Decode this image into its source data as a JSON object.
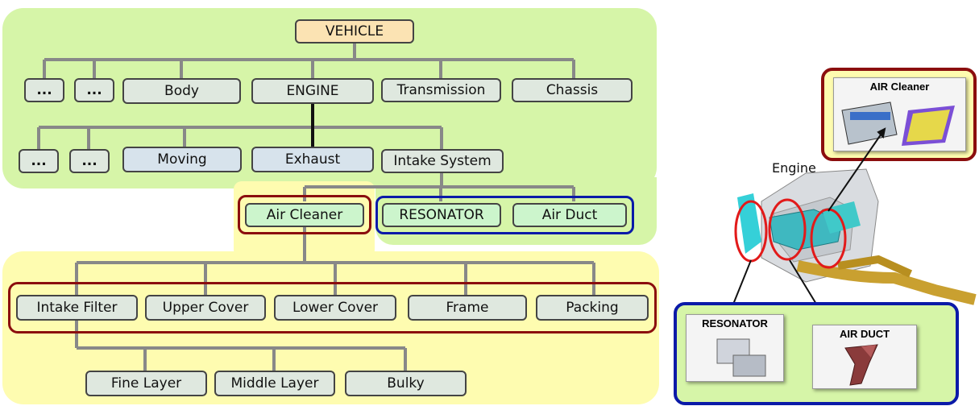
{
  "hierarchy": {
    "root": "VEHICLE",
    "vehicle_children": [
      "...",
      "...",
      "Body",
      "ENGINE",
      "Transmission",
      "Chassis"
    ],
    "engine_children": [
      "...",
      "...",
      "Moving",
      "Exhaust",
      "Intake System"
    ],
    "intake_children": [
      "Air Cleaner",
      "RESONATOR",
      "Air Duct"
    ],
    "air_cleaner_children": [
      "Intake Filter",
      "Upper Cover",
      "Lower Cover",
      "Frame",
      "Packing"
    ],
    "filter_children": [
      "Fine Layer",
      "Middle Layer",
      "Bulky"
    ]
  },
  "illustration": {
    "engine_label": "Engine",
    "air_cleaner_title": "AIR Cleaner",
    "resonator_title": "RESONATOR",
    "air_duct_title": "AIR DUCT"
  },
  "colors": {
    "green_region": "#d6f5a8",
    "yellow_region": "#fefcb0",
    "dark_red": "#8b0e0e",
    "blue_frame": "#0a1aa8"
  }
}
